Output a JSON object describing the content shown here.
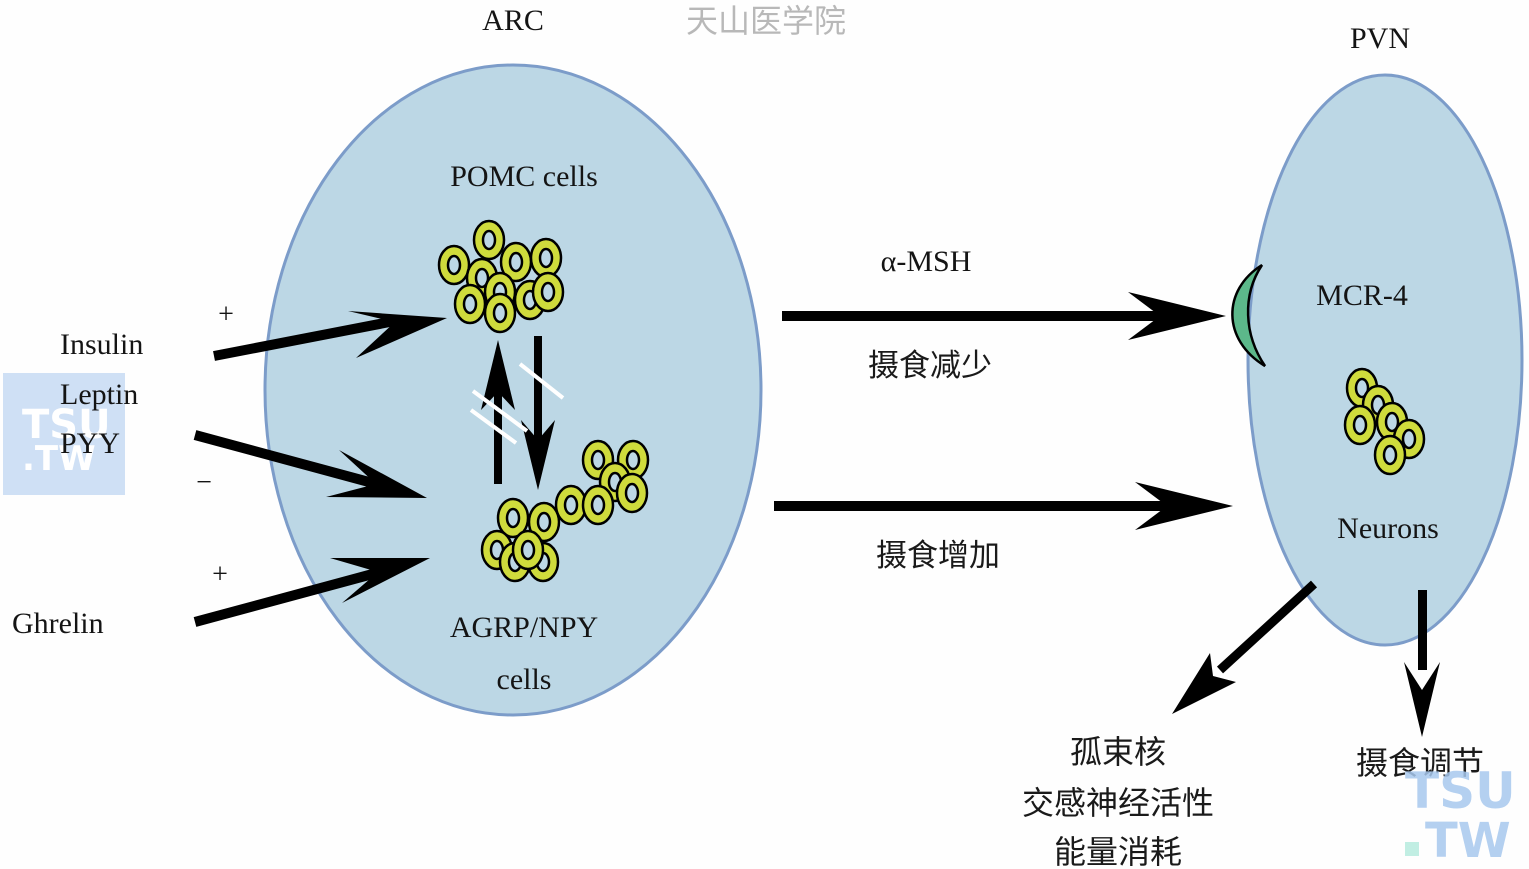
{
  "diagram": {
    "watermark_top": "天山医学院",
    "regions": {
      "arc": {
        "label": "ARC"
      },
      "pvn": {
        "label": "PVN"
      }
    },
    "arc_cells": {
      "pomc": "POMC cells",
      "agrp_line1": "AGRP/NPY",
      "agrp_line2": "cells"
    },
    "inputs": [
      {
        "name": "Insulin",
        "sign": "+"
      },
      {
        "name": "Leptin",
        "sign": ""
      },
      {
        "name": "PYY",
        "sign": "−"
      },
      {
        "name": "Ghrelin",
        "sign": "+"
      }
    ],
    "pathways": {
      "top_signal": "α-MSH",
      "top_effect": "摄食减少",
      "bottom_effect": "摄食增加"
    },
    "pvn": {
      "receptor": "MCR-4",
      "neurons": "Neurons"
    },
    "outputs": {
      "left_lines": [
        "孤束核",
        "交感神经活性",
        "能量消耗"
      ],
      "right": "摄食调节"
    },
    "logo": {
      "line1": "TSU",
      "line2": ".TW"
    },
    "colors": {
      "region_fill": "#bcd7e5",
      "region_stroke": "#7c9cc9",
      "cell_fill": "#cfdb3c",
      "receptor_fill": "#5cb88a",
      "arrow": "#000000",
      "logo_blue": "#a8c8ee",
      "logo_dot": "#b7ecdf"
    }
  }
}
